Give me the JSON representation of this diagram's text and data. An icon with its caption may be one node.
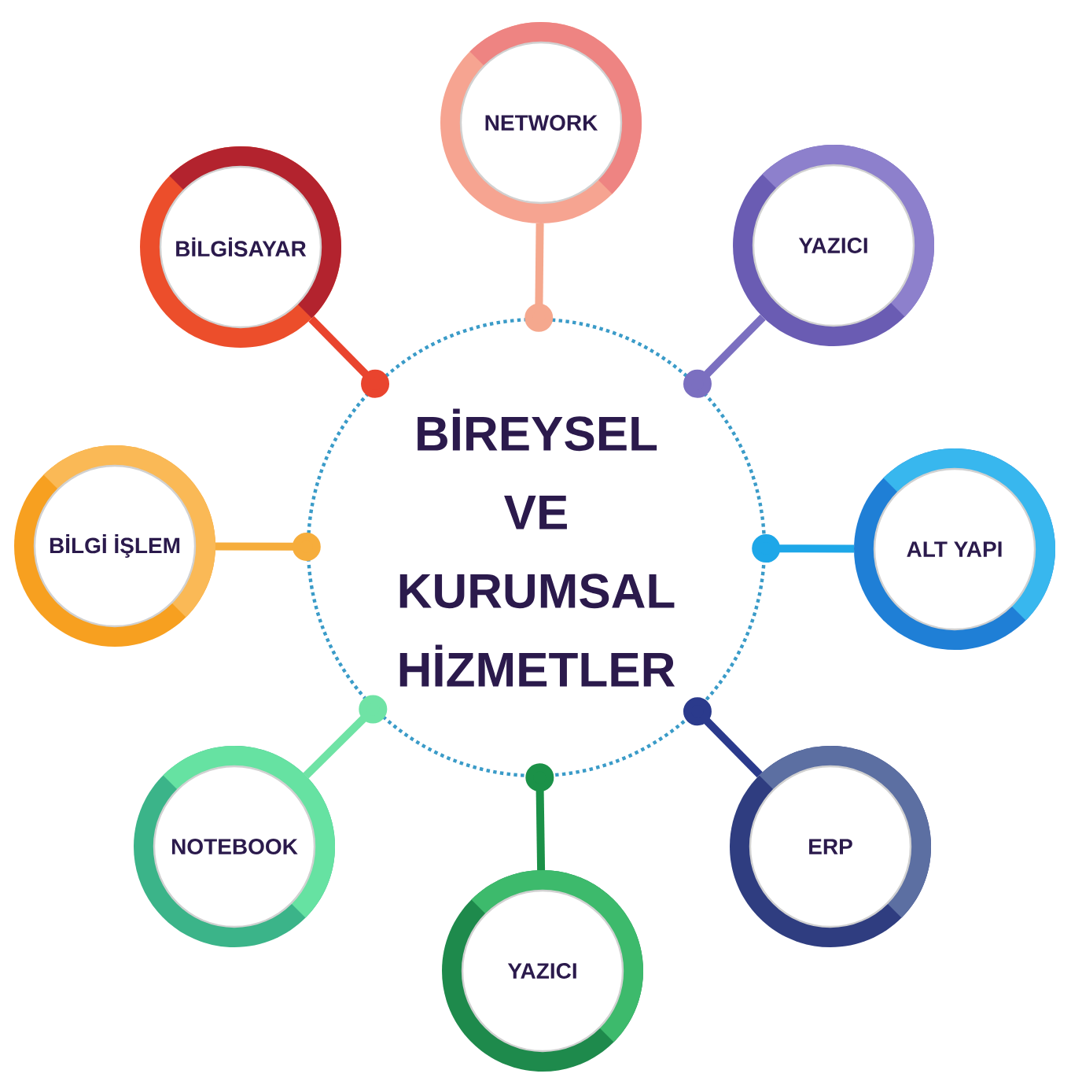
{
  "diagram": {
    "nodes": [
      {
        "text": [
          "BİREYSEL VE KURUMSAL HİZMETLER"
        ]
      },
      {
        "text": [
          "NETWORK"
        ]
      },
      {
        "text": [
          "YAZICI"
        ]
      },
      {
        "text": [
          "ALT YAPI"
        ]
      },
      {
        "text": [
          "ERP"
        ]
      },
      {
        "text": [
          "YAZICI"
        ]
      },
      {
        "text": [
          "NOTEBOOK"
        ]
      },
      {
        "text": [
          "BİLGİ İŞLEM"
        ]
      },
      {
        "text": [
          "BİLGİSAYAR"
        ]
      }
    ],
    "edges": [
      {
        "from": 1,
        "to": 0,
        "arrow": "other",
        "color": "#f5a88e"
      },
      {
        "from": 2,
        "to": 0,
        "arrow": "other",
        "color": "#7b6fc0"
      },
      {
        "from": 3,
        "to": 0,
        "arrow": "other",
        "color": "#1ea7e8"
      },
      {
        "from": 4,
        "to": 0,
        "arrow": "other",
        "color": "#2b3a8c"
      },
      {
        "from": 5,
        "to": 0,
        "arrow": "other",
        "color": "#1b9148"
      },
      {
        "from": 6,
        "to": 0,
        "arrow": "other",
        "color": "#6fe3a5"
      },
      {
        "from": 7,
        "to": 0,
        "arrow": "other",
        "color": "#f6ad3c"
      },
      {
        "from": 8,
        "to": 0,
        "arrow": "other",
        "color": "#e9442e"
      }
    ]
  }
}
